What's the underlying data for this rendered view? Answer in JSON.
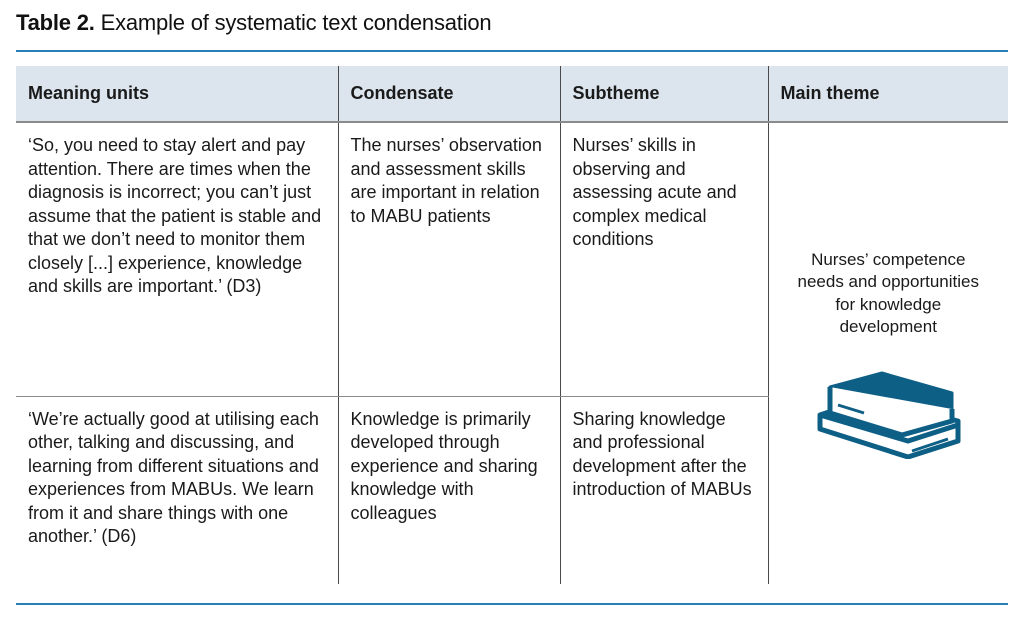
{
  "caption": {
    "label": "Table 2.",
    "text": "Example of systematic text condensation"
  },
  "table": {
    "headers": [
      "Meaning units",
      "Condensate",
      "Subtheme",
      "Main theme"
    ],
    "rows": [
      {
        "meaning_unit": "‘So, you need to stay alert and pay attention. There are times when the diagnosis is incorrect; you can’t just assume that the patient is stable and that we don’t need to monitor them closely [...] experience, knowledge and skills are important.’ (D3)",
        "condensate": "The nurses’ observation and assessment skills are important in relation to MABU patients",
        "subtheme": "Nurses’ skills in observing and assessing acute and complex medical conditions"
      },
      {
        "meaning_unit": "‘We’re actually good at utilising each other, talking and discussing, and learning from different situations and experiences from MABUs. We learn from it and share things with one another.’ (D6)",
        "condensate": "Knowledge is primarily developed through experience and sharing knowledge with colleagues",
        "subtheme": "Sharing knowledge and professional development after the introduction of MABUs"
      }
    ],
    "main_theme": "Nurses’ competence needs and opportunities for knowledge development",
    "main_theme_icon": "books-stack-icon"
  },
  "colors": {
    "rule": "#2a7fb8",
    "header_bg": "#dce5ee",
    "icon": "#0d5f86"
  }
}
